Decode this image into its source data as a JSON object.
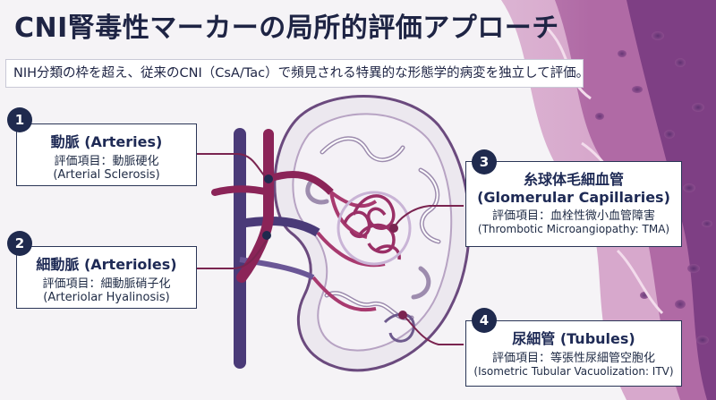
{
  "title": "CNI腎毒性マーカーの局所的評価アプローチ",
  "subtitle": "NIH分類の枠を超え、従来のCNI（CsA/Tac）で頻見される特異的な形態学的病変を独立して評価。",
  "items": [
    {
      "number": "1",
      "name": "動脈 (Arteries)",
      "metric": "評価項目：動脈硬化",
      "en": "(Arterial Sclerosis)"
    },
    {
      "number": "2",
      "name": "細動脈 (Arterioles)",
      "metric": "評価項目：細動脈硝子化",
      "en": "(Arteriolar Hyalinosis)"
    },
    {
      "number": "3",
      "name": "糸球体毛細血管",
      "name2": "(Glomerular Capillaries)",
      "metric": "評価項目：血栓性微小血管障害",
      "en": "(Thrombotic Microangiopathy: TMA)"
    },
    {
      "number": "4",
      "name": "尿細管 (Tubules)",
      "metric": "評価項目：等張性尿細管空胞化",
      "en": "(Isometric Tubular Vacuolization: ITV)"
    }
  ],
  "colors": {
    "navy": "#1f2a4e",
    "artery": "#8b2458",
    "vein": "#4a3a78",
    "tissue": "#a65a97"
  }
}
